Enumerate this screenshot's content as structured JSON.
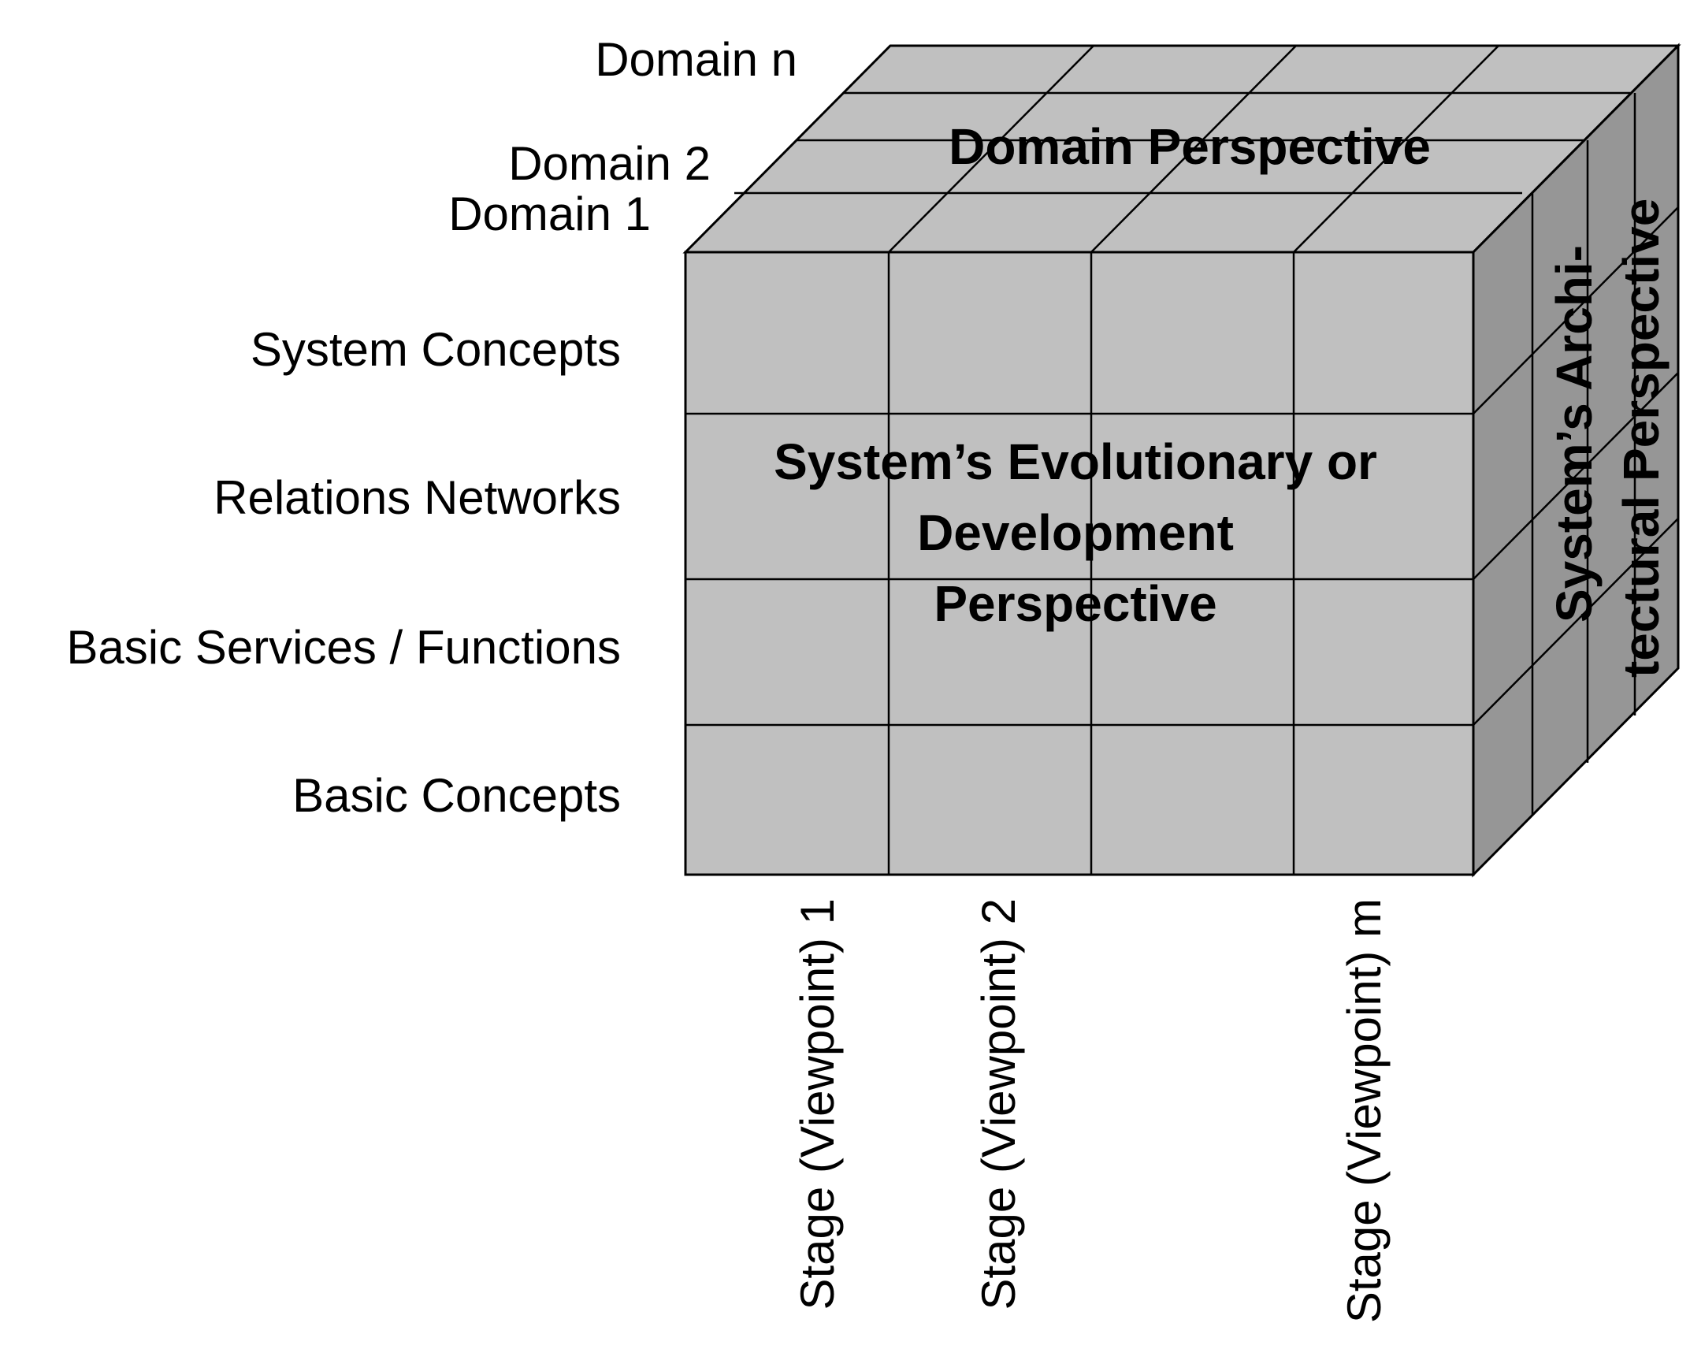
{
  "domains": [
    "Domain n",
    "Domain 2",
    "Domain 1"
  ],
  "rows": [
    "System Concepts",
    "Relations Networks",
    "Basic Services / Functions",
    "Basic Concepts"
  ],
  "stages": [
    "Stage  (Viewpoint) 1",
    "Stage  (Viewpoint) 2",
    "Stage  (Viewpoint) m"
  ],
  "perspectives": {
    "domain": "Domain Perspective",
    "evolutionary": [
      "System’s Evolutionary or",
      "Development",
      "Perspective"
    ],
    "architectural": [
      "System’s Archi-",
      "tectural Perspective"
    ]
  },
  "colors": {
    "front": "#c0c0c0",
    "top": "#c0c0c0",
    "side": "#969696",
    "line": "#000000"
  }
}
